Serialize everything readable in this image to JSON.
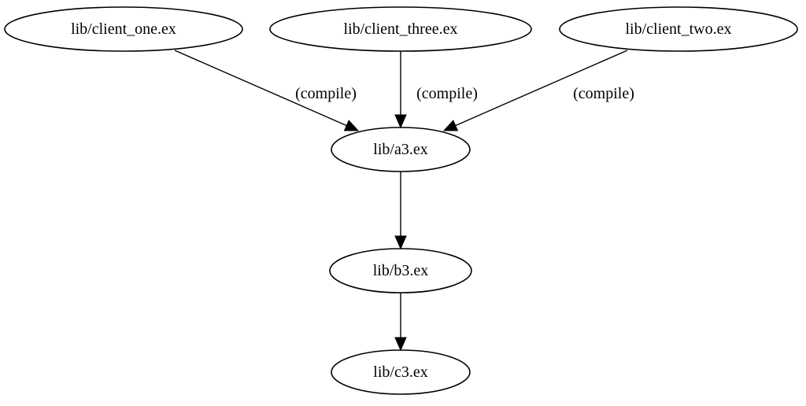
{
  "graph": {
    "nodes": [
      {
        "id": "client_one",
        "label": "lib/client_one.ex"
      },
      {
        "id": "client_three",
        "label": "lib/client_three.ex"
      },
      {
        "id": "client_two",
        "label": "lib/client_two.ex"
      },
      {
        "id": "a3",
        "label": "lib/a3.ex"
      },
      {
        "id": "b3",
        "label": "lib/b3.ex"
      },
      {
        "id": "c3",
        "label": "lib/c3.ex"
      }
    ],
    "edges": [
      {
        "from": "client_one",
        "to": "a3",
        "label": "(compile)"
      },
      {
        "from": "client_three",
        "to": "a3",
        "label": "(compile)"
      },
      {
        "from": "client_two",
        "to": "a3",
        "label": "(compile)"
      },
      {
        "from": "a3",
        "to": "b3",
        "label": ""
      },
      {
        "from": "b3",
        "to": "c3",
        "label": ""
      }
    ]
  }
}
